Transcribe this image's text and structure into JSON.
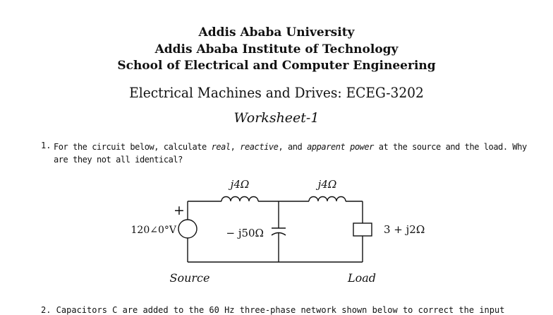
{
  "header": {
    "university": "Addis Ababa University",
    "institute": "Addis Ababa Institute of Technology",
    "school": "School of Electrical and Computer Engineering"
  },
  "course_title": "Electrical Machines and Drives: ECEG-3202",
  "worksheet_title": "Worksheet-1",
  "question1": {
    "number": "1.",
    "text_part1": "For the circuit below, calculate ",
    "em_real": "real",
    "sep1": ", ",
    "em_reactive": "reactive",
    "sep2": ", and ",
    "em_apparent": "apparent power",
    "text_part2": " at the source and the load. Why are they not all identical?"
  },
  "circuit": {
    "inductor1_label": "j4Ω",
    "inductor2_label": "j4Ω",
    "source_plus": "+",
    "source_label": "120∠0°V",
    "capacitor_label": "− j50Ω",
    "load_label": "3 + j2Ω",
    "source_caption": "Source",
    "load_caption": "Load"
  },
  "question2_partial": "2. Capacitors C are added to the 60 Hz three-phase network shown below to correct the input"
}
